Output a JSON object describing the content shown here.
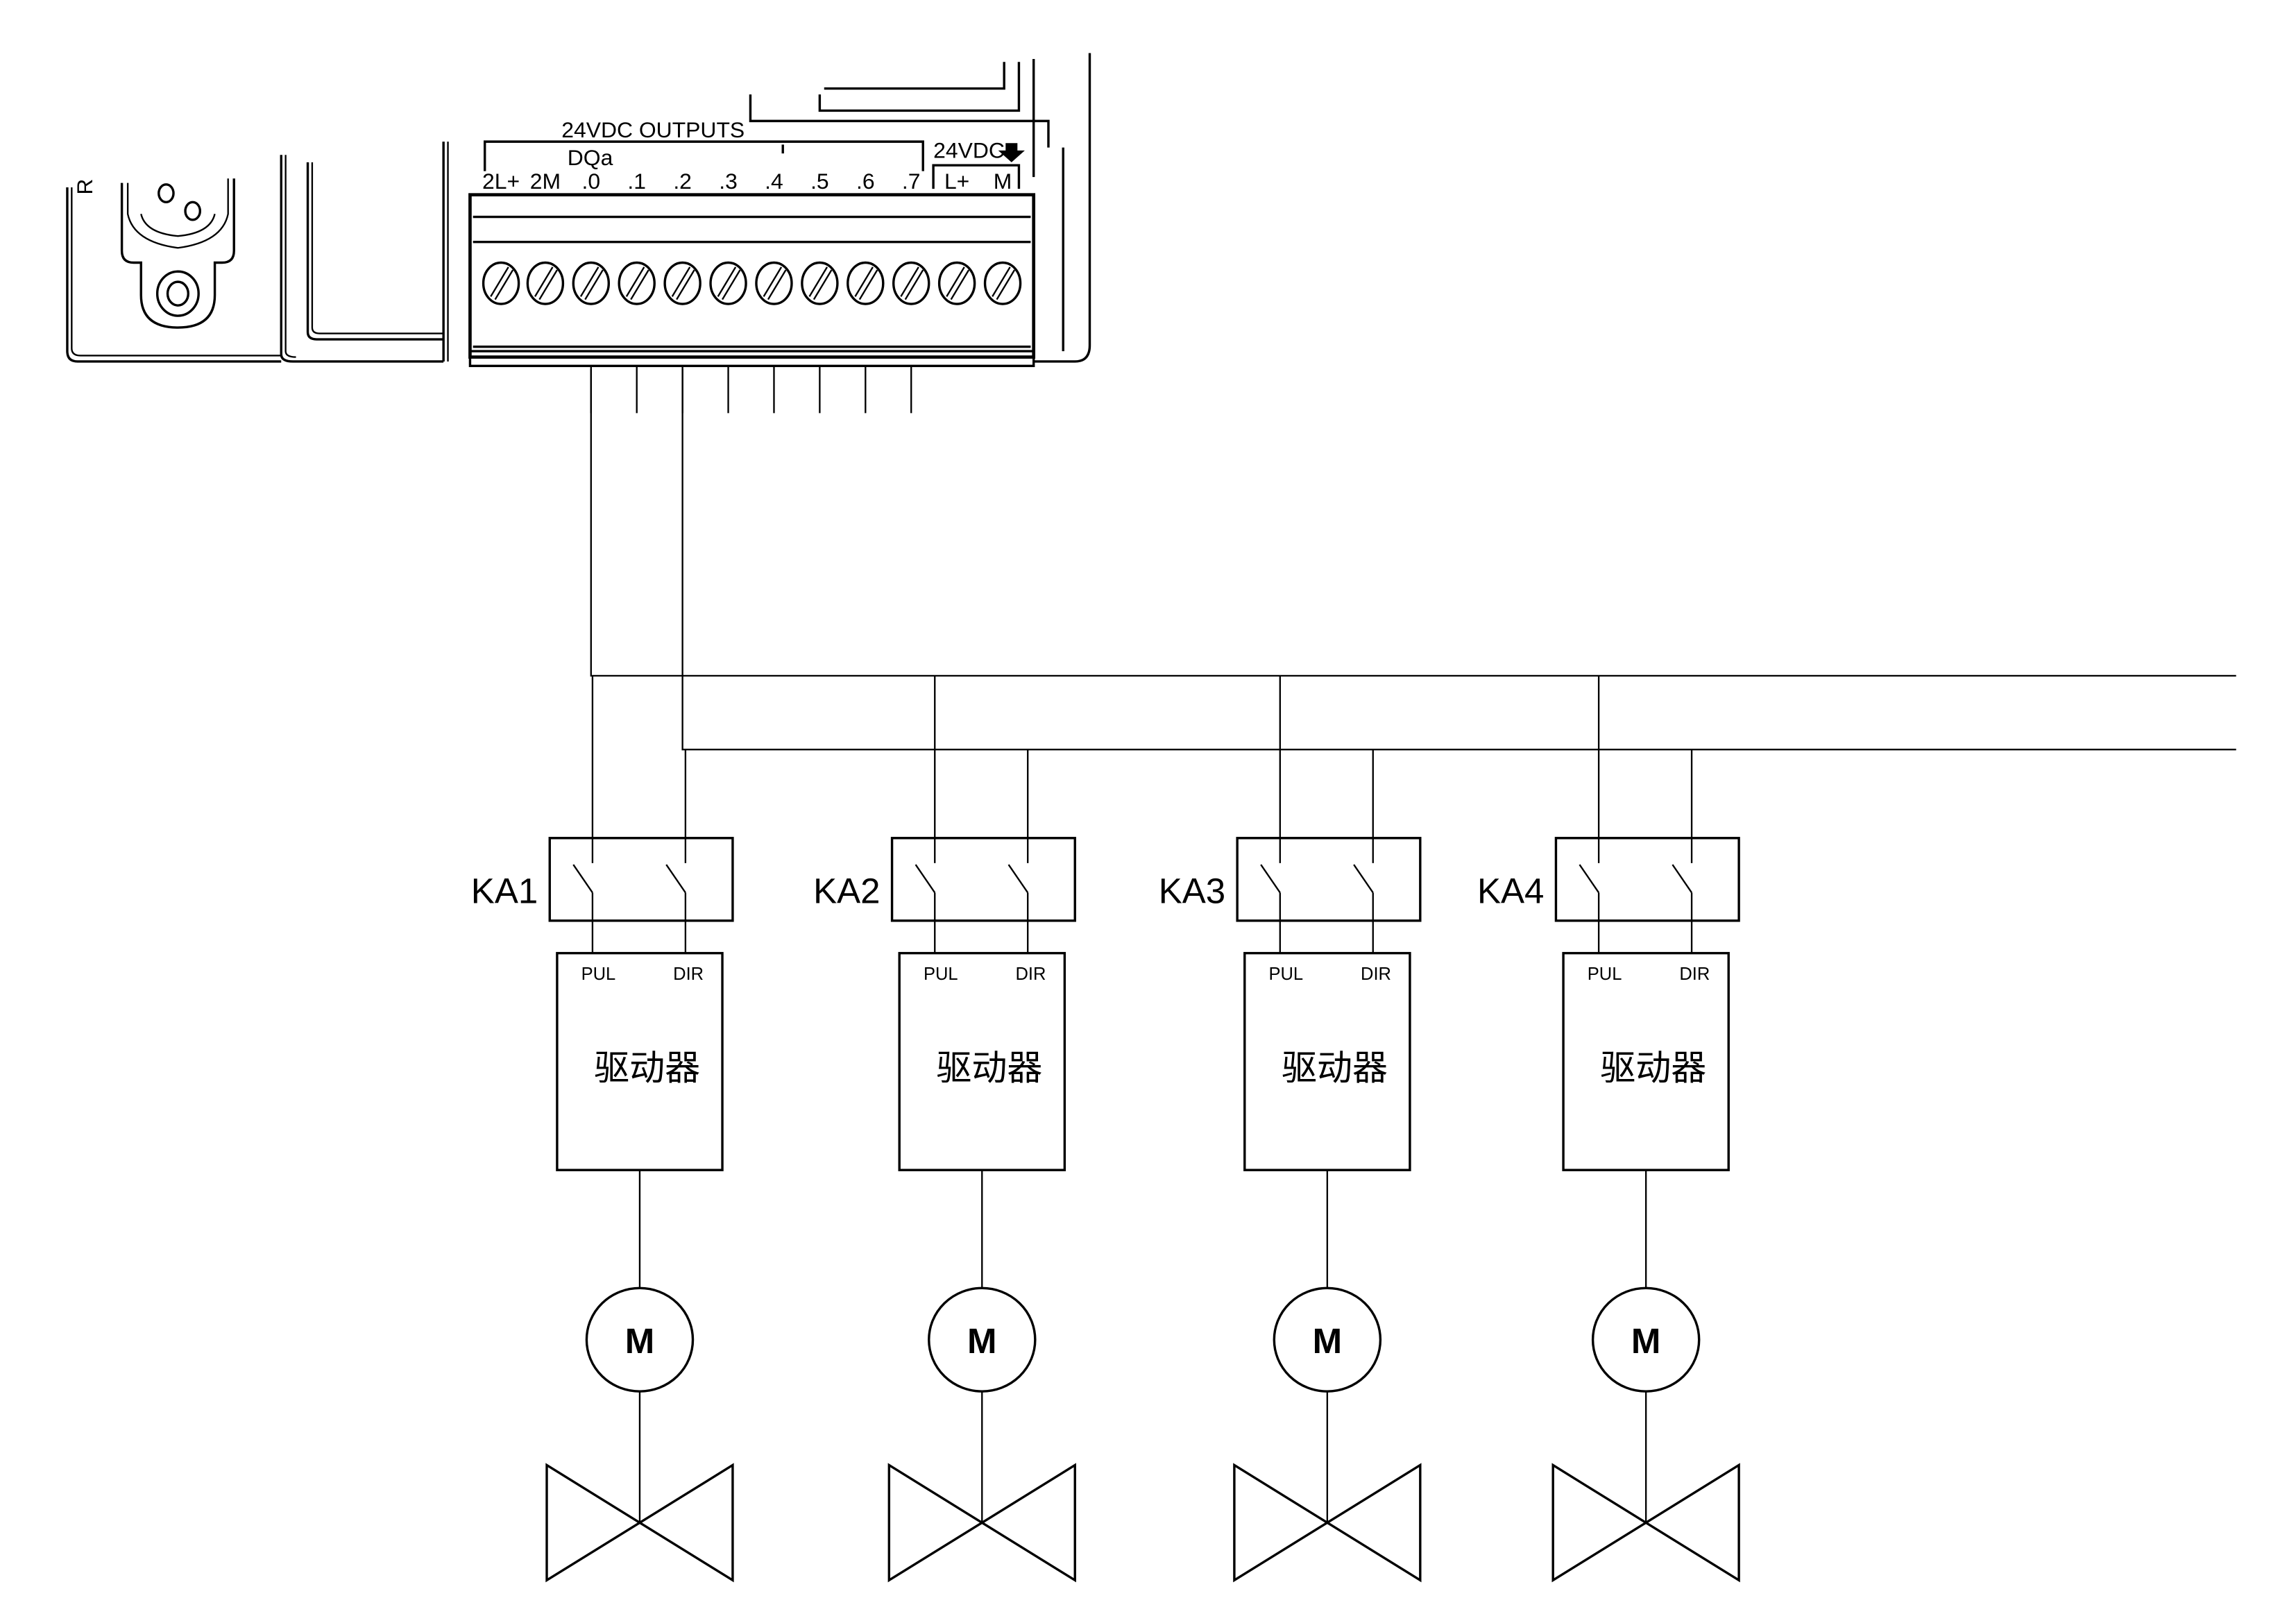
{
  "plc": {
    "module_title": "24VDC OUTPUTS",
    "group_label": "DQa",
    "supply_label": "24VDC",
    "side_marker": "R",
    "terminals": [
      "2L+",
      "2M",
      ".0",
      ".1",
      ".2",
      ".3",
      ".4",
      ".5",
      ".6",
      ".7",
      "L+",
      "M"
    ]
  },
  "bus": {
    "pulse_line_source": ".0",
    "direction_line_source": ".2"
  },
  "channels": [
    {
      "relay": "KA1",
      "pin_pul": "PUL",
      "pin_dir": "DIR",
      "driver": "驱动器",
      "motor": "M"
    },
    {
      "relay": "KA2",
      "pin_pul": "PUL",
      "pin_dir": "DIR",
      "driver": "驱动器",
      "motor": "M"
    },
    {
      "relay": "KA3",
      "pin_pul": "PUL",
      "pin_dir": "DIR",
      "driver": "驱动器",
      "motor": "M"
    },
    {
      "relay": "KA4",
      "pin_pul": "PUL",
      "pin_dir": "DIR",
      "driver": "驱动器",
      "motor": "M"
    }
  ]
}
